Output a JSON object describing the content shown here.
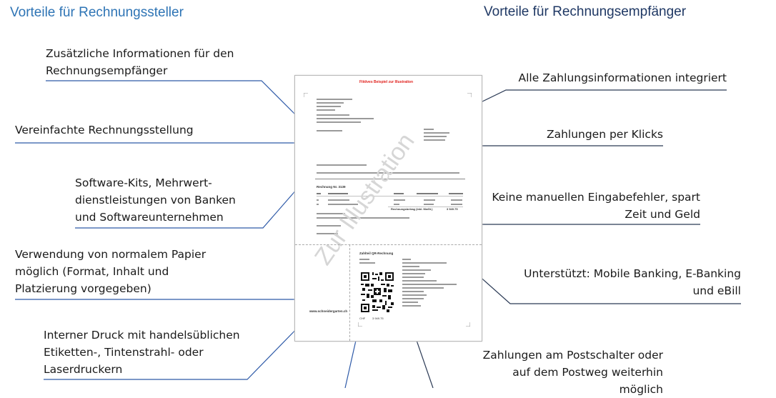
{
  "headings": {
    "left": "Vorteile für Rechnungssteller",
    "right": "Vorteile für Rechnungsempfänger"
  },
  "left_annotations": {
    "info": "Zusätzliche Informationen für den\nRechnungsempfänger",
    "simple": "Vereinfachte Rechnungsstellung",
    "software": "Software-Kits, Mehrwert-\ndienstleistungen von Banken\nund Softwareunternehmen",
    "paper": "Verwendung von normalem Papier\nmöglich (Format, Inhalt und\nPlatzierung vorgegeben)",
    "print": "Interner Druck mit handelsüblichen\nEtiketten-, Tintenstrahl- oder\nLaserdruckern"
  },
  "right_annotations": {
    "payinfo": "Alle Zahlungsinformationen integriert",
    "clicks": "Zahlungen per Klicks",
    "errors": "Keine manuellen Eingabefehler, spart\nZeit und Geld",
    "mobile": "Unterstützt: Mobile Banking, E-Banking\nund eBill",
    "postal": "Zahlungen am Postschalter oder\nauf dem Postweg weiterhin\nmöglich"
  },
  "invoice": {
    "banner": "Fiktives Beispiel zur Illustration",
    "watermark": "Zur Illustration",
    "invoice_no": "Rechnung Nr. 3139",
    "website": "www.schneidergarten.ch",
    "qr_title": "Zahlteil QR-Rechnung",
    "currency": "CHF",
    "amount": "3 949.75",
    "total_label": "Rechnungsbetrag (inkl. MwSt.)",
    "total_value": "3 949.75"
  },
  "colors": {
    "heading_left": "#2e74b5",
    "heading_right": "#1f3864",
    "left_lines": "#2e5aa8",
    "right_lines": "#1f3864",
    "banner": "#e0201c"
  }
}
